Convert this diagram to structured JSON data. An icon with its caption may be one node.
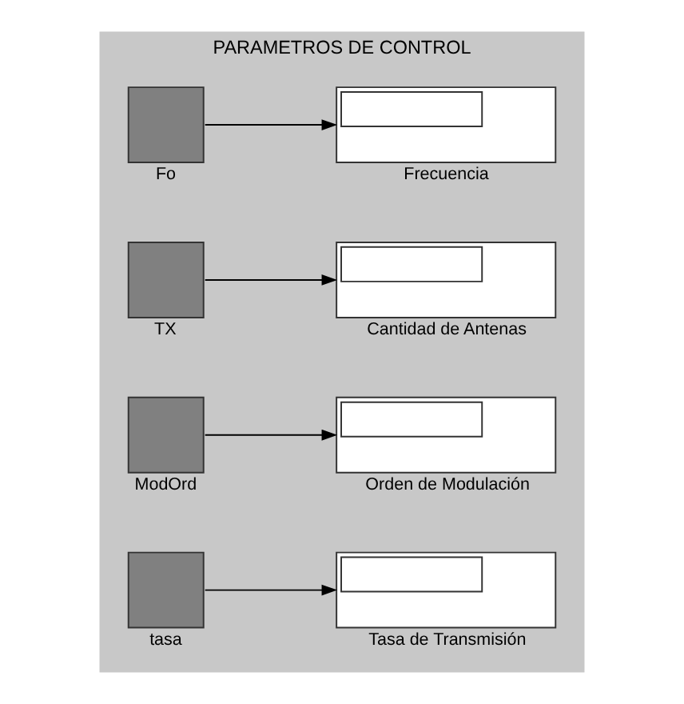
{
  "diagram": {
    "nodes": [
      {
        "text": [
          "PARAMETROS DE CONTROL"
        ]
      },
      {
        "text": [
          "Fo"
        ],
        "in": 0
      },
      {
        "text": [
          "Frecuencia"
        ],
        "in": 0
      },
      {
        "text": [
          "TX"
        ],
        "in": 0
      },
      {
        "text": [
          "Cantidad de Antenas"
        ],
        "in": 0
      },
      {
        "text": [
          "ModOrd"
        ],
        "in": 0
      },
      {
        "text": [
          "Orden de Modulación"
        ],
        "in": 0
      },
      {
        "text": [
          "tasa"
        ],
        "in": 0
      },
      {
        "text": [
          "Tasa de Transmisión"
        ],
        "in": 0
      }
    ],
    "edges": [
      {
        "from": 1,
        "to": 2,
        "arrow": "to"
      },
      {
        "from": 3,
        "to": 4,
        "arrow": "to"
      },
      {
        "from": 5,
        "to": 6,
        "arrow": "to"
      },
      {
        "from": 7,
        "to": 8,
        "arrow": "to"
      }
    ]
  }
}
